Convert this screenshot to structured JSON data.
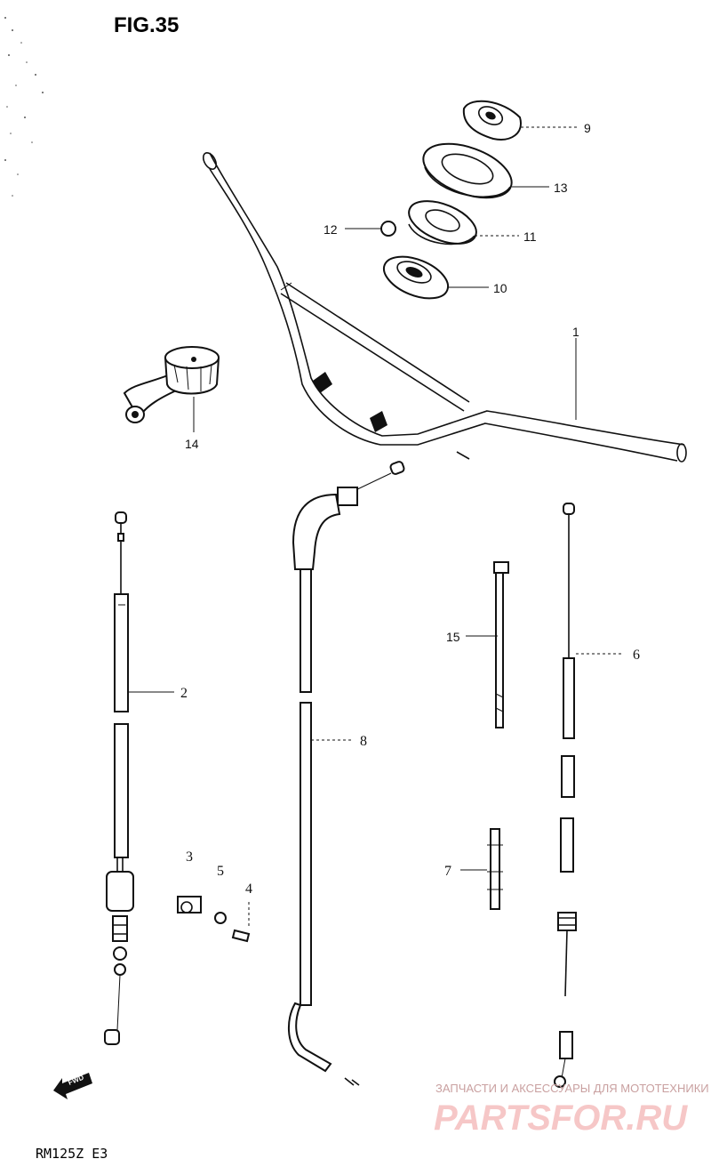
{
  "figure": {
    "title": "FIG.35",
    "model": "RM125Z E3"
  },
  "watermark": {
    "line1": "ЗАПЧАСТИ И АКСЕССУАРЫ ДЛЯ МОТОТЕХНИКИ",
    "line2": "PARTSFOR.RU"
  },
  "front_arrow_label": "FWD",
  "parts": [
    {
      "ref": "1"
    },
    {
      "ref": "2"
    },
    {
      "ref": "3"
    },
    {
      "ref": "4"
    },
    {
      "ref": "5"
    },
    {
      "ref": "6"
    },
    {
      "ref": "7"
    },
    {
      "ref": "8"
    },
    {
      "ref": "9"
    },
    {
      "ref": "10"
    },
    {
      "ref": "11"
    },
    {
      "ref": "12"
    },
    {
      "ref": "13"
    },
    {
      "ref": "14"
    },
    {
      "ref": "15"
    }
  ]
}
